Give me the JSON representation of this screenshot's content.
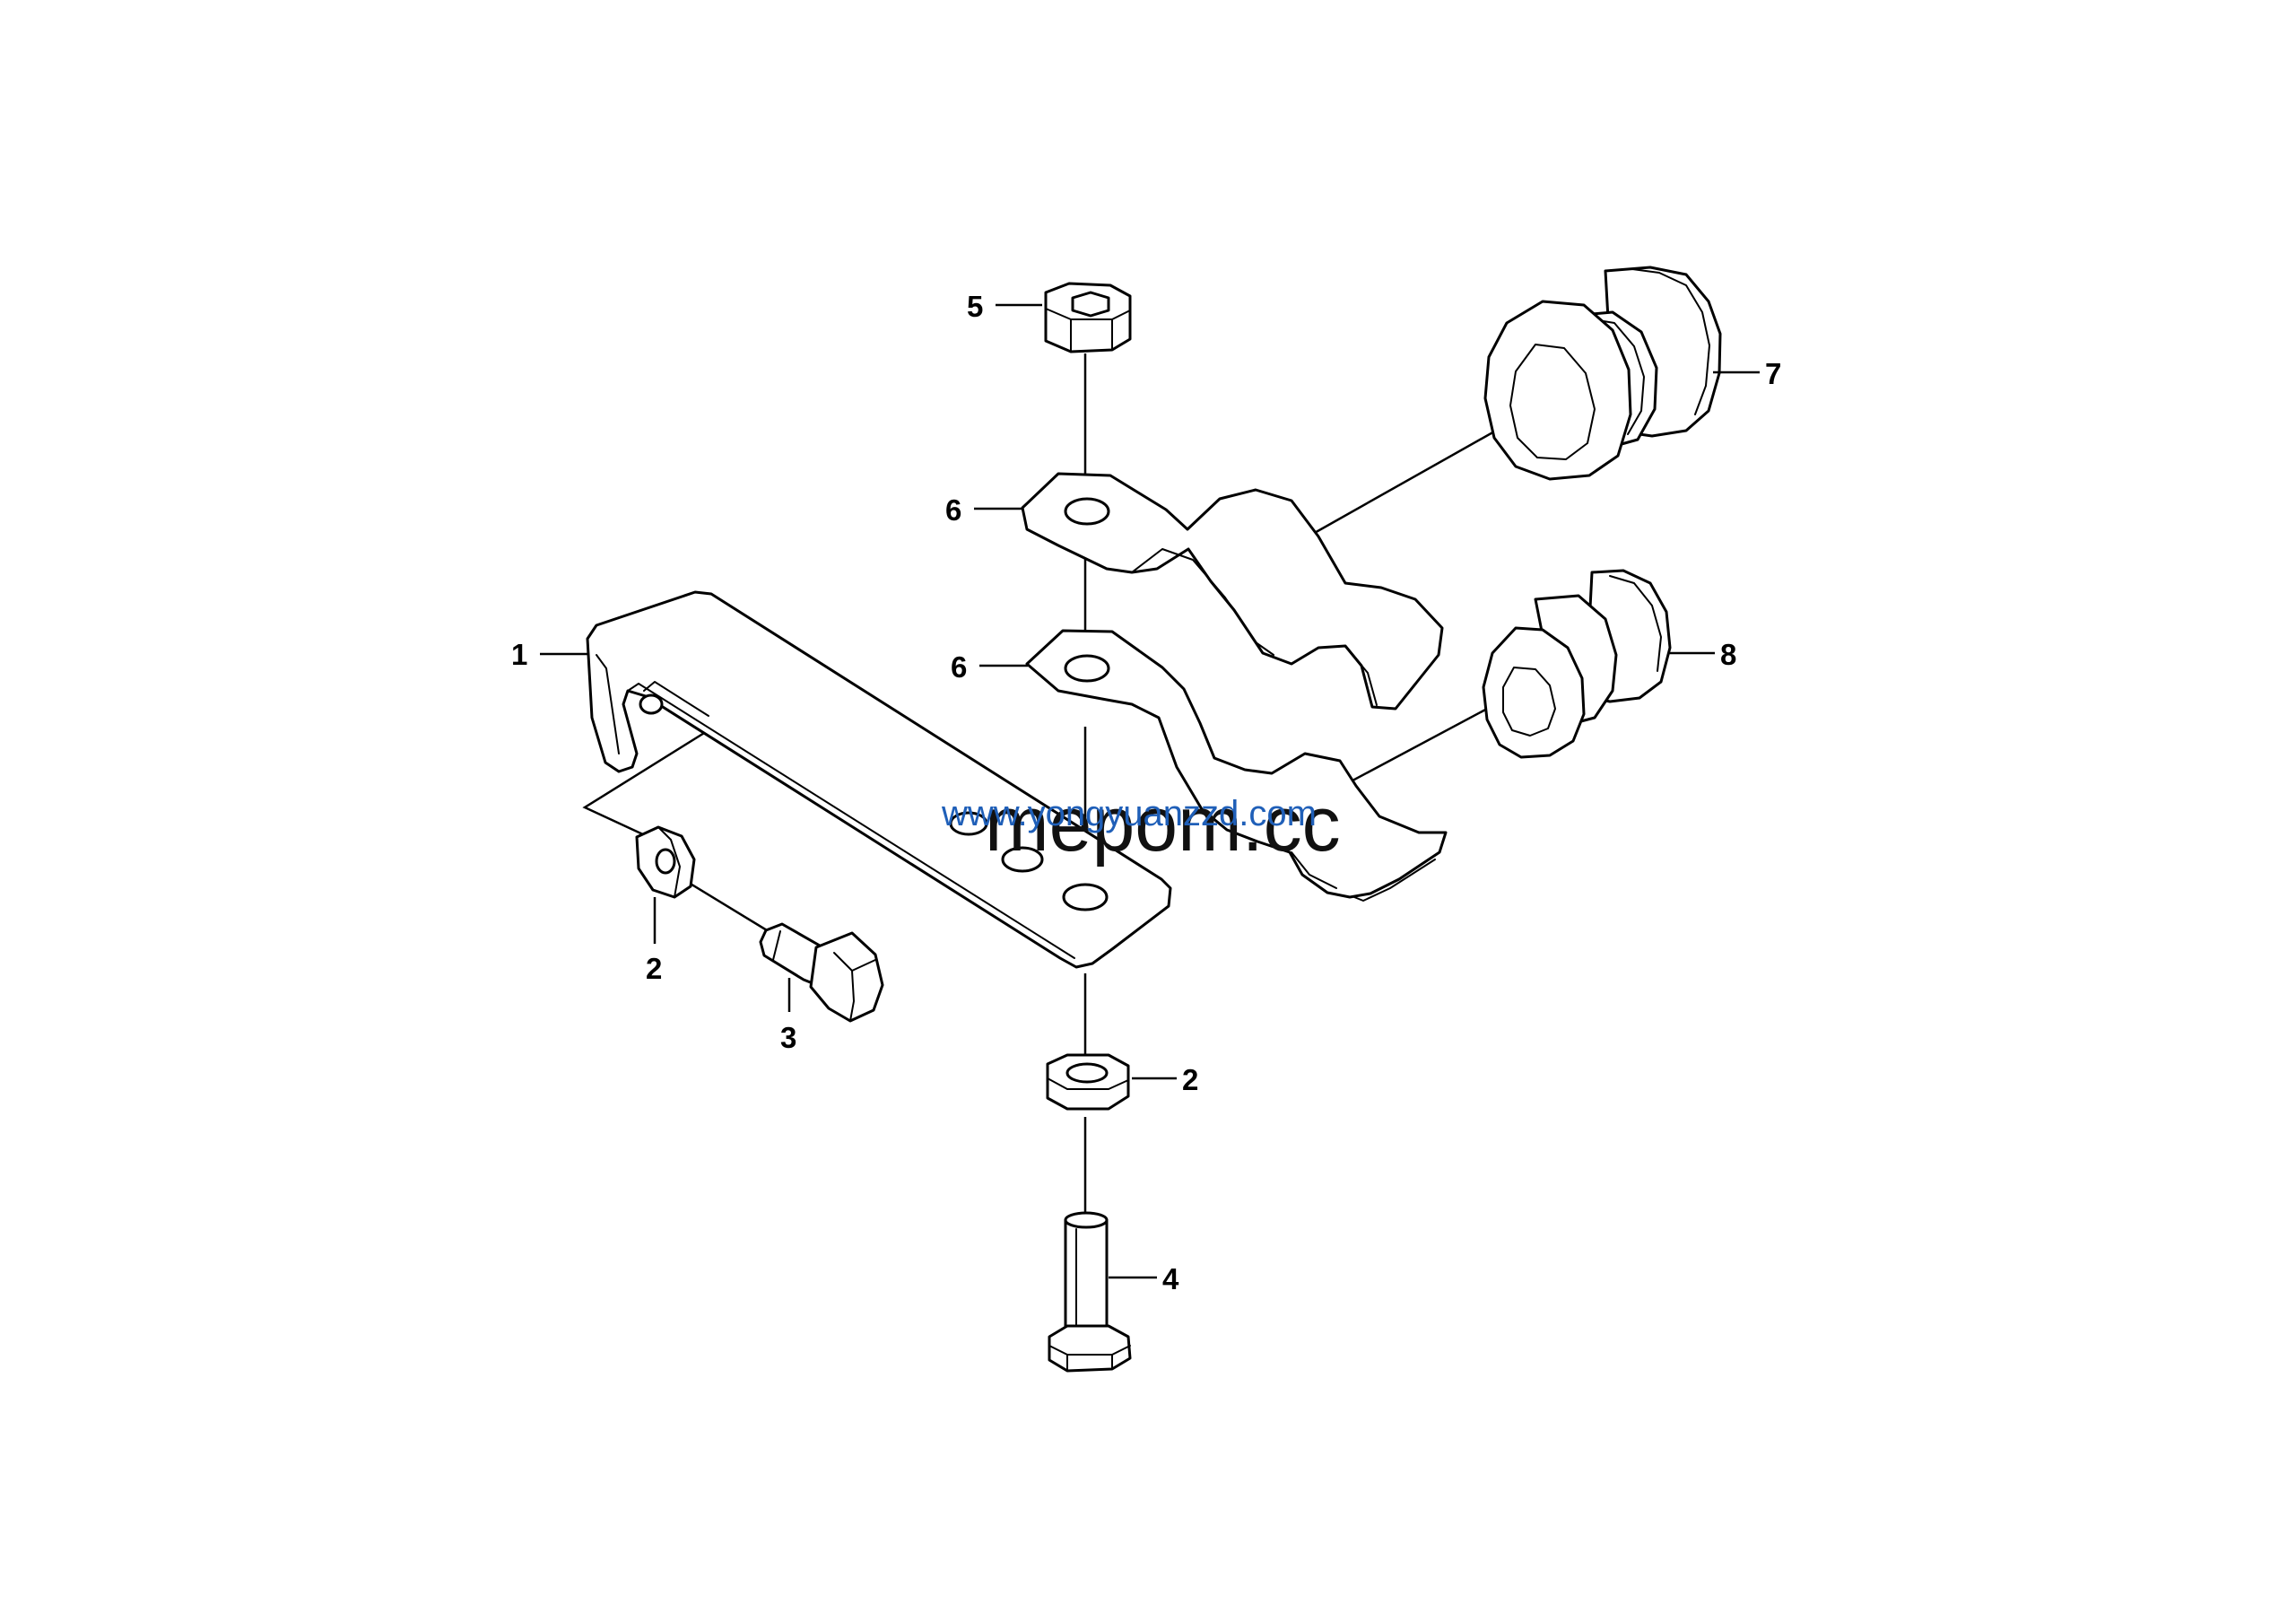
{
  "callouts": {
    "c1": "1",
    "c2a": "2",
    "c2b": "2",
    "c3": "3",
    "c4": "4",
    "c5": "5",
    "c6a": "6",
    "c6b": "6",
    "c7": "7",
    "c8": "8"
  },
  "watermarks": {
    "primary": "mepom.cc",
    "secondary": "www.yongyuanzzd.com"
  }
}
